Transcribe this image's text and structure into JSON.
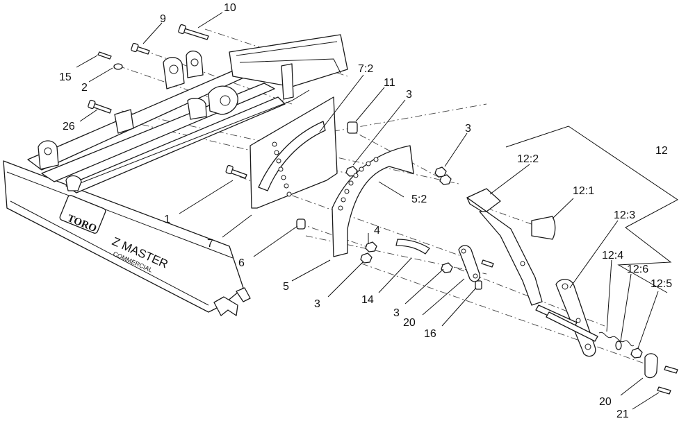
{
  "labels": {
    "l10": "10",
    "l9": "9",
    "l15": "15",
    "l2": "2",
    "l26": "26",
    "l7_2": "7:2",
    "l11": "11",
    "l3a": "3",
    "l3b": "3",
    "l12": "12",
    "l12_2": "12:2",
    "l12_1": "12:1",
    "l5_2": "5:2",
    "l12_3": "12:3",
    "l1": "1",
    "l7": "7",
    "l4": "4",
    "l6": "6",
    "l5": "5",
    "l3c": "3",
    "l14": "14",
    "l3d": "3",
    "l20a": "20",
    "l16": "16",
    "l12_4": "12:4",
    "l12_6": "12:6",
    "l12_5": "12:5",
    "l20b": "20",
    "l21": "21"
  },
  "frame_markings": {
    "brand": "TORO",
    "model": "Z MASTER",
    "submodel": "COMMERCIAL"
  }
}
